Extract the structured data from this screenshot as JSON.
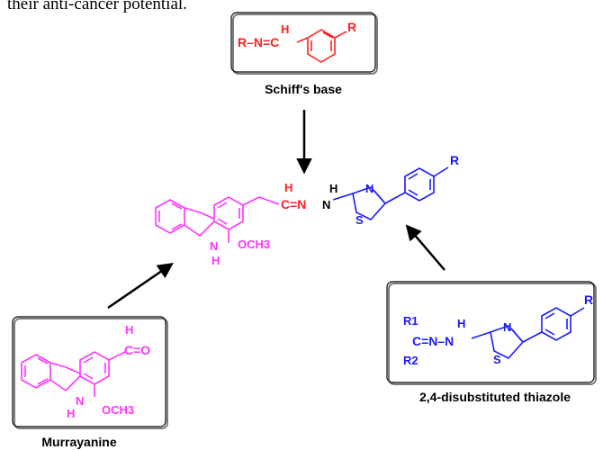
{
  "header_text": "their anti-cancer potential.",
  "boxes": {
    "schiff": {
      "label": "Schiff's base",
      "formula_left": "R–N=C",
      "h": "H",
      "r": "R"
    },
    "murrayanine": {
      "label": "Murrayanine",
      "h_top": "H",
      "carbonyl": "C=O",
      "nh": "N",
      "nh_h": "H",
      "och3": "OCH3"
    },
    "thiazole": {
      "label": "2,4-disubstituted thiazole",
      "r1": "R1",
      "r2": "R2",
      "c": "C=N–N",
      "nh_h": "H",
      "n": "N",
      "s": "S",
      "r": "R"
    }
  },
  "center_molecule": {
    "h_top": "H",
    "c_eq_n": "C=N",
    "n": "N",
    "nh_h": "H",
    "ring_n": "N",
    "s": "S",
    "r": "R",
    "carbazole_n": "N",
    "carbazole_h": "H",
    "och3": "OCH3"
  },
  "colors": {
    "schiff": "#ff2020",
    "murrayanine": "#ff33ff",
    "thiazole": "#1a1aff",
    "black": "#000000"
  }
}
